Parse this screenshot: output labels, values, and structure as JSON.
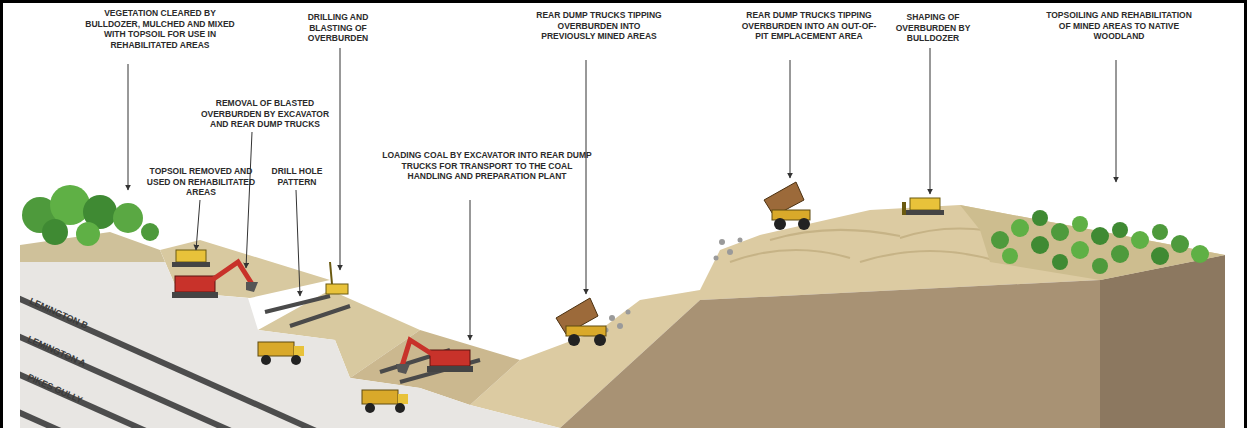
{
  "diagram": {
    "labels": [
      "VEGETATION CLEARED BY BULLDOZER, MULCHED AND MIXED WITH TOPSOIL FOR USE IN REHABILITATED AREAS",
      "REMOVAL OF BLASTED OVERBURDEN BY EXCAVATOR AND REAR DUMP TRUCKS",
      "DRILLING AND BLASTING OF OVERBURDEN",
      "TOPSOIL REMOVED AND USED ON REHABILITATED AREAS",
      "DRILL HOLE PATTERN",
      "LOADING COAL BY EXCAVATOR INTO REAR DUMP TRUCKS FOR TRANSPORT TO THE COAL HANDLING AND PREPARATION PLANT",
      "REAR DUMP TRUCKS TIPPING OVERBURDEN INTO PREVIOUSLY MINED AREAS",
      "REAR DUMP TRUCKS TIPPING OVERBURDEN INTO AN OUT-OF-PIT EMPLACEMENT AREA",
      "SHAPING OF OVERBURDEN BY BULLDOZER",
      "TOPSOILING AND REHABILITATION OF MINED AREAS TO NATIVE WOODLAND",
      "LEMINGTON B",
      "LEMINGTON A",
      "PIKES GULLY"
    ]
  }
}
